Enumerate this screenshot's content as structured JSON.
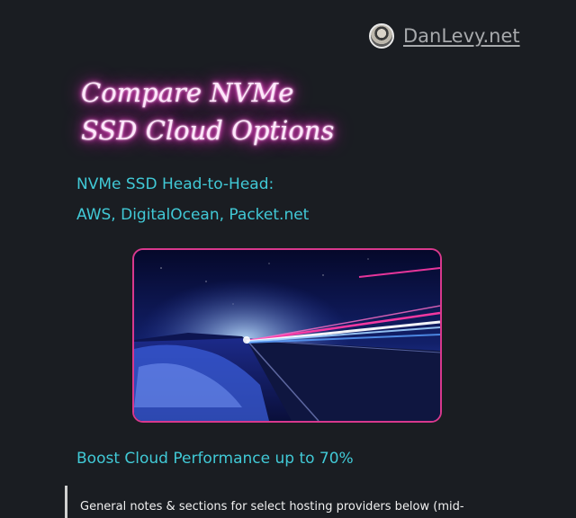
{
  "header": {
    "site_name": "DanLevy.net",
    "avatar_icon": "author-avatar"
  },
  "hero": {
    "title_line1": "Compare NVMe",
    "title_line2": "SSD Cloud Options",
    "title_color": "#ff4fd8"
  },
  "subtitle": {
    "line1": "NVMe SSD Head-to-Head:",
    "line2": "AWS, DigitalOcean, Packet.net",
    "color": "#41c9d6"
  },
  "image": {
    "description_icon": "night-highway-light-trails-image",
    "border_color": "#d8388d"
  },
  "section": {
    "heading": "Boost Cloud Performance up to 70%"
  },
  "note": {
    "text": "General notes & sections for select hosting providers below (mid-"
  }
}
